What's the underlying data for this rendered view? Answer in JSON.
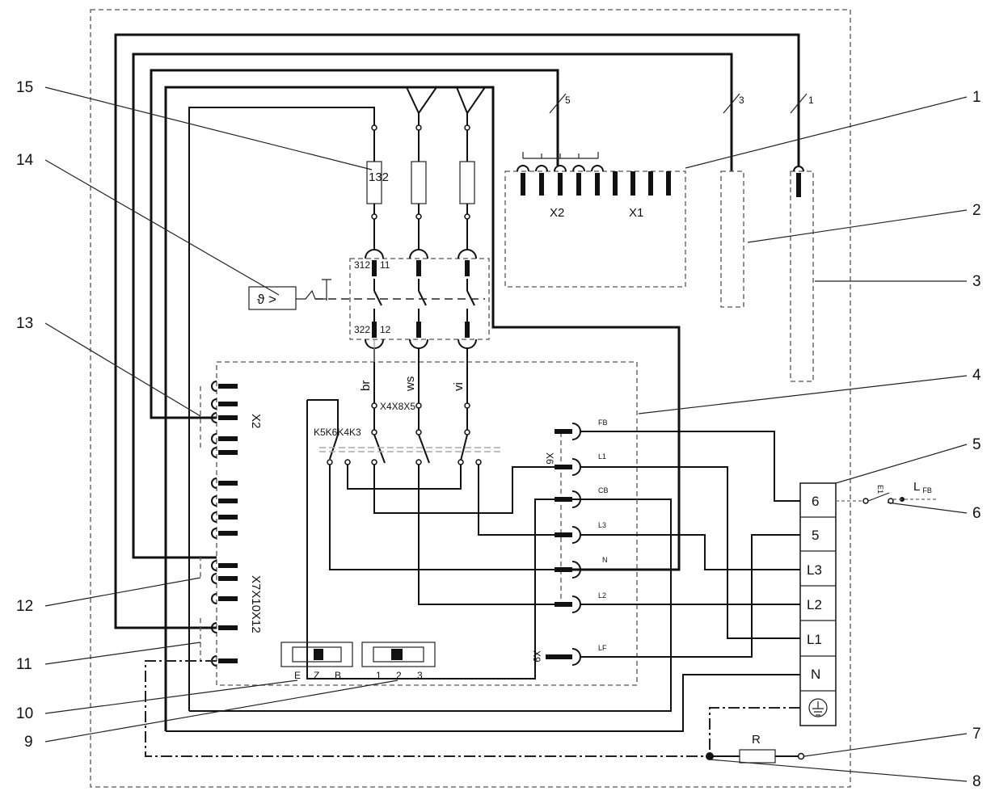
{
  "callouts": [
    "1",
    "2",
    "3",
    "4",
    "5",
    "6",
    "7",
    "8",
    "9",
    "10",
    "11",
    "12",
    "13",
    "14",
    "15"
  ],
  "connectors": {
    "x2_top": "X2",
    "x1_top": "X1",
    "x2_left": "X2",
    "x7x10x12": "X7X10X12",
    "x6": "X6",
    "x9": "X9",
    "x4x8x5": "X4X8X5",
    "k5k6k4k3": "K5K6K4K3"
  },
  "wire_counts": [
    "5",
    "3",
    "1"
  ],
  "heater_label": "132",
  "contacts": {
    "top_left": "312",
    "top_right": "11",
    "bottom_left": "322",
    "bottom_right": "12"
  },
  "wire_colors": [
    "br",
    "ws",
    "vi"
  ],
  "x6_pins": [
    "FB",
    "L1",
    "CB",
    "L3",
    "N",
    "L2"
  ],
  "x9_pin": "LF",
  "terminal_block": [
    "6",
    "5",
    "L3",
    "L2",
    "L1",
    "N"
  ],
  "switch_left": [
    "E",
    "Z",
    "B"
  ],
  "switch_right": [
    "1",
    "2",
    "3"
  ],
  "resistor": "R",
  "remote": {
    "e1": "E1",
    "lfb": "L",
    "lfb_sub": "FB"
  },
  "theta_symbol": "ϑ >"
}
